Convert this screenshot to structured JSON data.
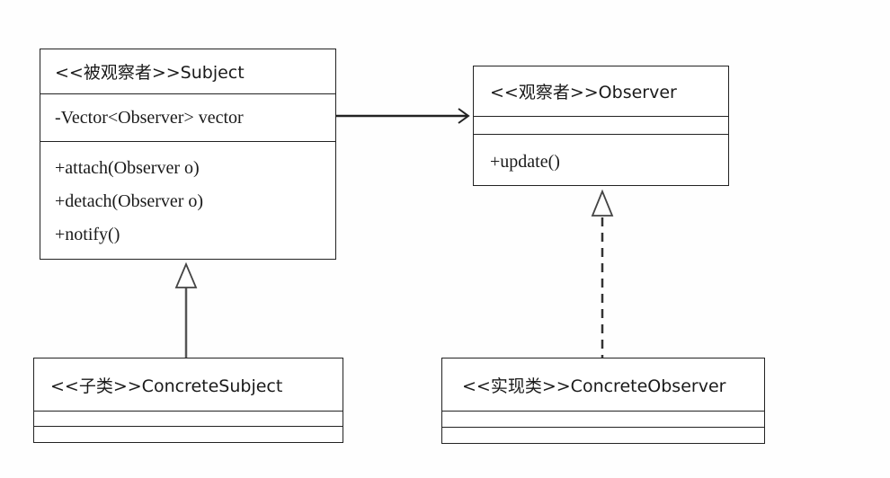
{
  "diagram": {
    "classes": {
      "subject": {
        "name": "<<被观察者>>Subject",
        "attributes": [
          "-Vector<Observer> vector"
        ],
        "operations": [
          "+attach(Observer o)",
          "+detach(Observer o)",
          "+notify()"
        ]
      },
      "observer": {
        "name": "<<观察者>>Observer",
        "attributes": [],
        "operations": [
          "+update()"
        ]
      },
      "concrete_subject": {
        "name": "<<子类>>ConcreteSubject",
        "attributes": [],
        "operations": []
      },
      "concrete_observer": {
        "name": "<<实现类>>ConcreteObserver",
        "attributes": [],
        "operations": []
      }
    },
    "relationships": [
      {
        "type": "association",
        "from": "subject",
        "to": "observer"
      },
      {
        "type": "generalization",
        "from": "concrete_subject",
        "to": "subject"
      },
      {
        "type": "realization",
        "from": "concrete_observer",
        "to": "observer"
      }
    ]
  }
}
